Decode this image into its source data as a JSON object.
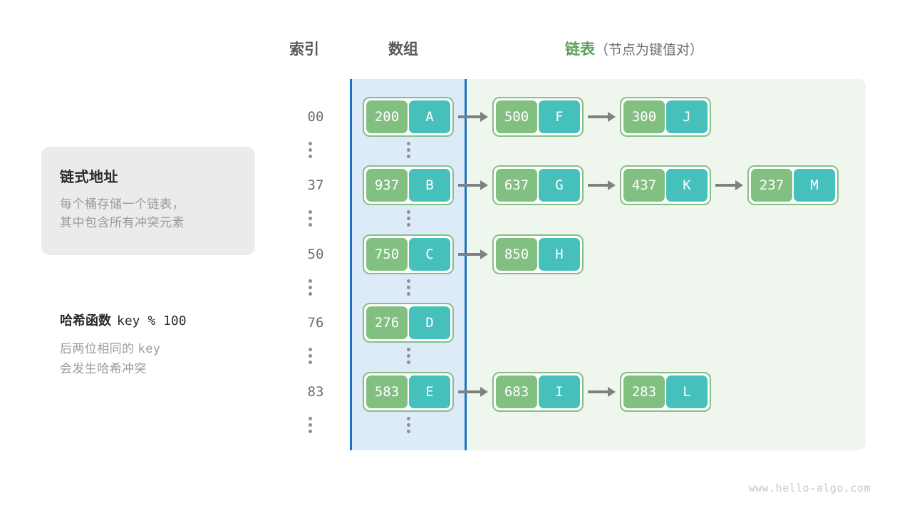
{
  "headers": {
    "index": "索引",
    "array": "数组",
    "list_strong": "链表",
    "list_sub": "（节点为键值对）"
  },
  "info_card": {
    "title": "链式地址",
    "line1": "每个桶存储一个链表，",
    "line2": "其中包含所有冲突元素"
  },
  "hash_note": {
    "title": "哈希函数",
    "title_code": "key % 100",
    "sub1_a": "后两位相同的 ",
    "sub1_code": "key",
    "sub2": "会发生哈希冲突"
  },
  "colors": {
    "key_cell": "#81c081",
    "value_cell": "#46c0bb",
    "node_border": "#86bf86",
    "array_panel": "#dcebf7",
    "array_border": "#1a72c0",
    "list_panel": "#eef6ee",
    "arrow": "#808080",
    "header_green": "#5aa05a",
    "card_bg": "#ebebeb"
  },
  "buckets": [
    {
      "index": "00",
      "nodes": [
        {
          "key": "200",
          "value": "A"
        },
        {
          "key": "500",
          "value": "F"
        },
        {
          "key": "300",
          "value": "J"
        }
      ]
    },
    {
      "index": "37",
      "nodes": [
        {
          "key": "937",
          "value": "B"
        },
        {
          "key": "637",
          "value": "G"
        },
        {
          "key": "437",
          "value": "K"
        },
        {
          "key": "237",
          "value": "M"
        }
      ]
    },
    {
      "index": "50",
      "nodes": [
        {
          "key": "750",
          "value": "C"
        },
        {
          "key": "850",
          "value": "H"
        }
      ]
    },
    {
      "index": "76",
      "nodes": [
        {
          "key": "276",
          "value": "D"
        }
      ]
    },
    {
      "index": "83",
      "nodes": [
        {
          "key": "583",
          "value": "E"
        },
        {
          "key": "683",
          "value": "I"
        },
        {
          "key": "283",
          "value": "L"
        }
      ]
    }
  ],
  "ellipsis_rows": 6,
  "watermark": "www.hello-algo.com"
}
